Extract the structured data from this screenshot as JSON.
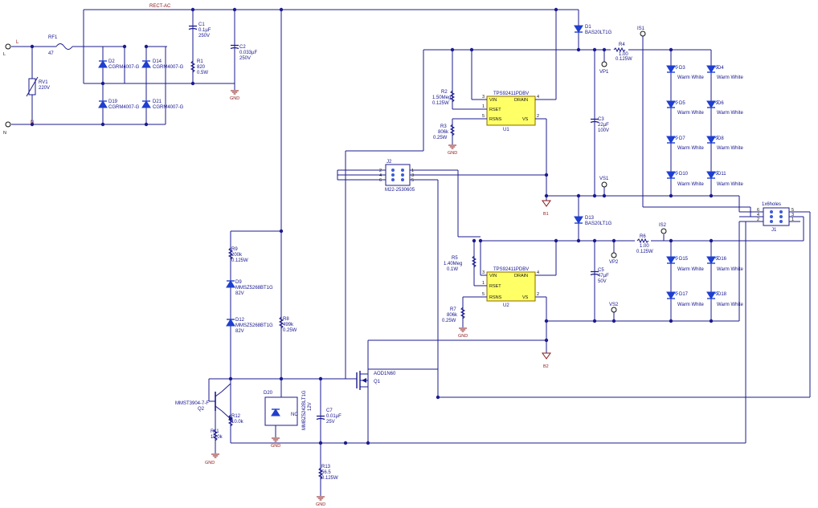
{
  "nets": {
    "rect_ac": "RECT-AC",
    "line": "L",
    "neutral": "N",
    "gnd": "GND",
    "b1": "B1",
    "b2": "B2"
  },
  "input": {
    "rf1_ref": "RF1",
    "rf1_val": "47",
    "rv1_ref": "RV1",
    "rv1_val": "220V"
  },
  "bridge": {
    "d2_ref": "D2",
    "d2_part": "CGRM4007-G",
    "d14_ref": "D14",
    "d14_part": "CGRM4007-G",
    "d19_ref": "D19",
    "d19_part": "CGRM4007-G",
    "d21_ref": "D21",
    "d21_part": "CGRM4007-G"
  },
  "caps": {
    "c1_ref": "C1",
    "c1_val": "0.1µF",
    "c1_volt": "250V",
    "c2_ref": "C2",
    "c2_val": "0.033µF",
    "c2_volt": "250V",
    "c3_ref": "C3",
    "c3_val": "22µF",
    "c3_volt": "100V",
    "c5_ref": "C5",
    "c5_val": "47µF",
    "c5_volt": "50V",
    "c7_ref": "C7",
    "c7_val": "0.01µF",
    "c7_volt": "25V"
  },
  "resistors": {
    "r1_ref": "R1",
    "r1_val": "820",
    "r1_pow": "0.5W",
    "r2_ref": "R2",
    "r2_val": "1.50Meg",
    "r2_pow": "0.125W",
    "r3_ref": "R3",
    "r3_val": "806k",
    "r3_pow": "0.25W",
    "r4_ref": "R4",
    "r4_val": "1.00",
    "r4_pow": "0.125W",
    "r5_ref": "R5",
    "r5_val": "1.40Meg",
    "r5_pow": "0.1W",
    "r6_ref": "R6",
    "r6_val": "1.00",
    "r6_pow": "0.125W",
    "r7_ref": "R7",
    "r7_val": "806k",
    "r7_pow": "0.25W",
    "r8_ref": "R8",
    "r8_val": "499k",
    "r8_pow": "0.25W",
    "r9_ref": "R9",
    "r9_val": "200k",
    "r9_pow": "0.125W",
    "r11_ref": "R11",
    "r11_val": "10.0k",
    "r12_ref": "R12",
    "r12_val": "10.0k",
    "r13_ref": "R13",
    "r13_val": "56.5",
    "r13_pow": "0.125W"
  },
  "diodes": {
    "d1_ref": "D1",
    "d1_part": "BAS20LT1G",
    "d13_ref": "D13",
    "d13_part": "BAS20LT1G",
    "d9_ref": "D9",
    "d9_part": "MMSZ5268BT1G",
    "d9_val": "82V",
    "d12_ref": "D12",
    "d12_part": "MMSZ5268BT1G",
    "d12_val": "82V",
    "d20_ref": "D20",
    "d20_part": "MMBZ5242BLT1G",
    "d20_val": "12V",
    "d20_nc": "NC"
  },
  "leds": {
    "label": "Warm White",
    "d3": "D3",
    "d4": "D4",
    "d5": "D5",
    "d6": "D6",
    "d7": "D7",
    "d8": "D8",
    "d10": "D10",
    "d11": "D11",
    "d15": "D15",
    "d16": "D16",
    "d17": "D17",
    "d18": "D18"
  },
  "ics": {
    "u1_part": "TPS92411PDBV",
    "u1_ref": "U1",
    "u2_part": "TPS92411PDBV",
    "u2_ref": "U2",
    "vin": "VIN",
    "rset": "RSET",
    "rsns": "RSNS",
    "drain": "DRAIN",
    "vs": "VS",
    "p1": "1",
    "p2": "2",
    "p3": "3",
    "p4": "4",
    "p5": "5"
  },
  "transistors": {
    "q1_ref": "Q1",
    "q1_part": "AOD1N60",
    "q2_ref": "Q2",
    "q2_part": "MMST3904-7-F"
  },
  "testpoints": {
    "vp1": "VP1",
    "vs1": "VS1",
    "vp2": "VP2",
    "vs2": "VS2",
    "is1": "IS1",
    "is2": "IS2"
  },
  "connectors": {
    "j1_ref": "J1",
    "j1_header": "1x6holes",
    "j2_ref": "J2",
    "j2_part": "M22-2530605",
    "n1": "1",
    "n2": "2",
    "n3": "3",
    "n4": "4",
    "n5": "5",
    "n6": "6"
  }
}
